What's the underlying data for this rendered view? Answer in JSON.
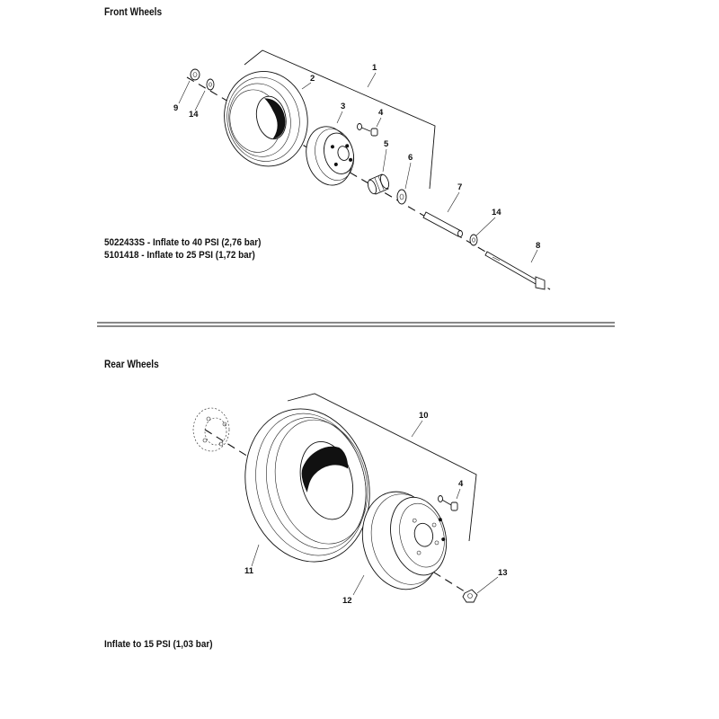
{
  "front_section": {
    "heading": "Front Wheels",
    "notes": [
      "5022433S - Inflate to 40 PSI (2,76 bar)",
      "5101418 - Inflate to 25 PSI (1,72 bar)"
    ],
    "callouts": [
      "1",
      "2",
      "3",
      "4",
      "5",
      "6",
      "7",
      "8",
      "9",
      "14",
      "14"
    ]
  },
  "rear_section": {
    "heading": "Rear Wheels",
    "note": "Inflate to 15 PSI (1,03 bar)",
    "callouts": [
      "10",
      "4",
      "11",
      "12",
      "13"
    ]
  }
}
